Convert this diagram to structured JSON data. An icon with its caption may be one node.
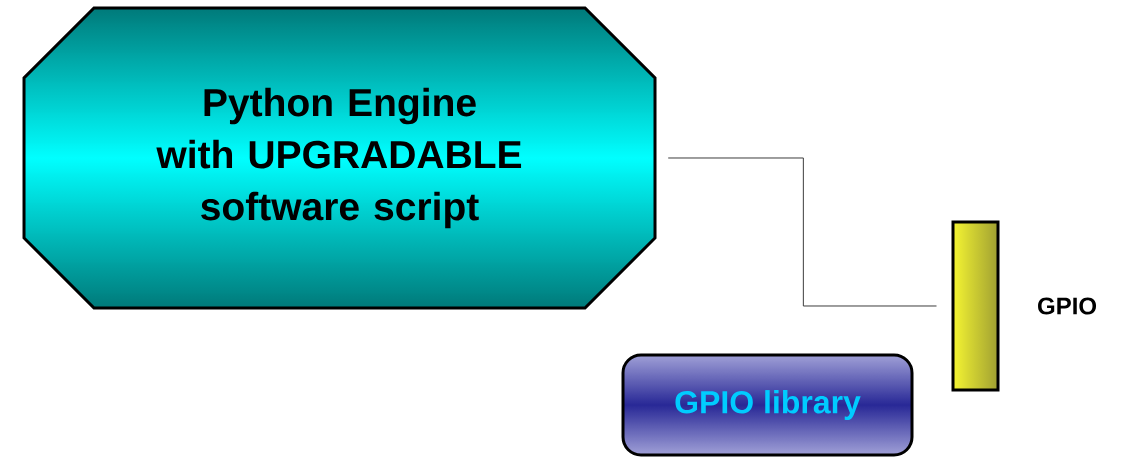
{
  "diagram": {
    "nodes": [
      {
        "text": [
          "Python Engine with UPGRADABLE software script"
        ]
      },
      {
        "text": [
          "GPIO library"
        ]
      },
      {
        "text": [],
        "shape": "bar",
        "beside": [
          "GPIO"
        ]
      }
    ],
    "edges": [
      {
        "from": 0,
        "to": 2,
        "arrow": "none"
      }
    ]
  }
}
